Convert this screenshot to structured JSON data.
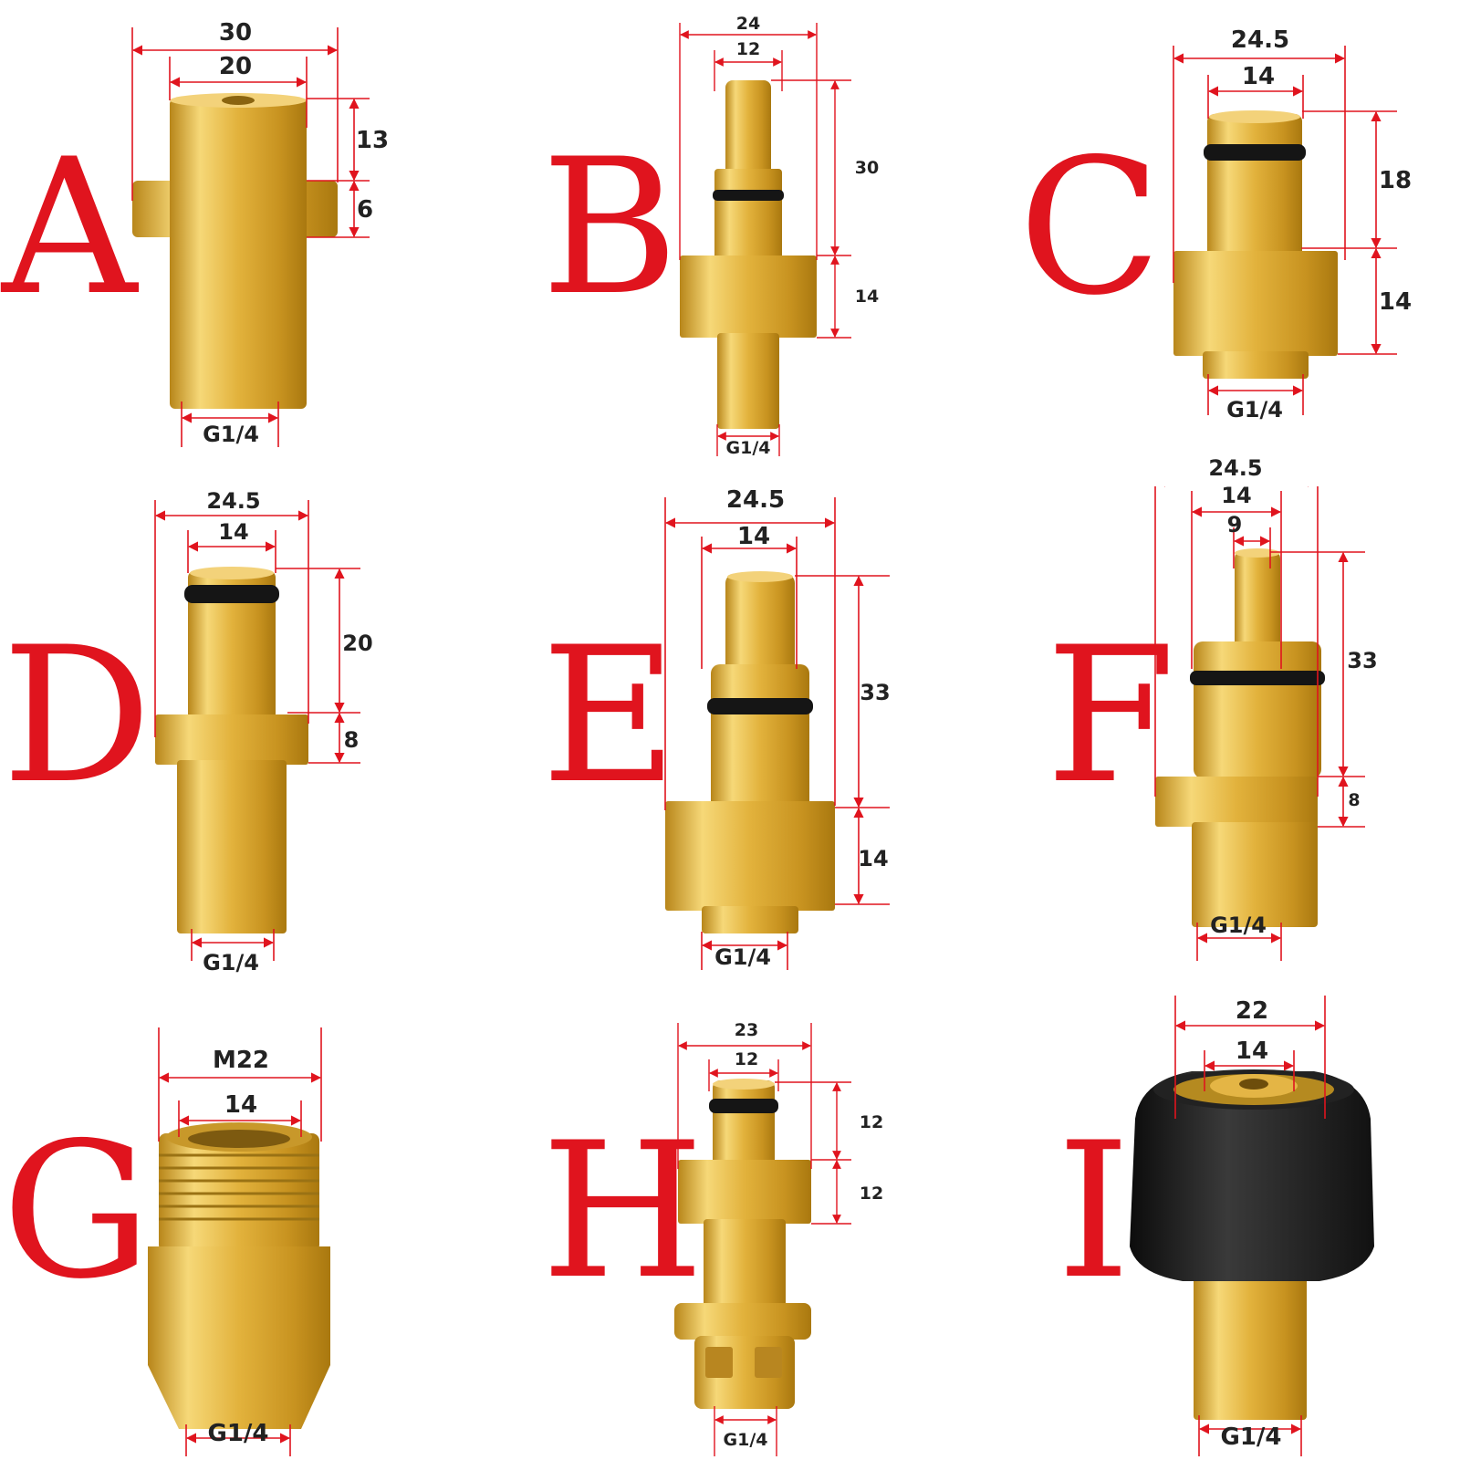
{
  "accent_color": "#e0141e",
  "material_color": "#e2b23c",
  "adapters": [
    {
      "letter": "A",
      "dims": [
        "30",
        "20",
        "13",
        "6",
        "G1/4"
      ]
    },
    {
      "letter": "B",
      "dims": [
        "24",
        "12",
        "30",
        "14",
        "G1/4"
      ]
    },
    {
      "letter": "C",
      "dims": [
        "24.5",
        "14",
        "18",
        "14",
        "G1/4"
      ]
    },
    {
      "letter": "D",
      "dims": [
        "24.5",
        "14",
        "20",
        "8",
        "G1/4"
      ]
    },
    {
      "letter": "E",
      "dims": [
        "24.5",
        "14",
        "33",
        "14",
        "G1/4"
      ]
    },
    {
      "letter": "F",
      "dims": [
        "24.5",
        "14",
        "9",
        "33",
        "8",
        "G1/4"
      ]
    },
    {
      "letter": "G",
      "dims": [
        "M22",
        "14",
        "G1/4"
      ]
    },
    {
      "letter": "H",
      "dims": [
        "23",
        "12",
        "12",
        "12",
        "G1/4"
      ]
    },
    {
      "letter": "I",
      "dims": [
        "22",
        "14",
        "G1/4"
      ]
    }
  ]
}
